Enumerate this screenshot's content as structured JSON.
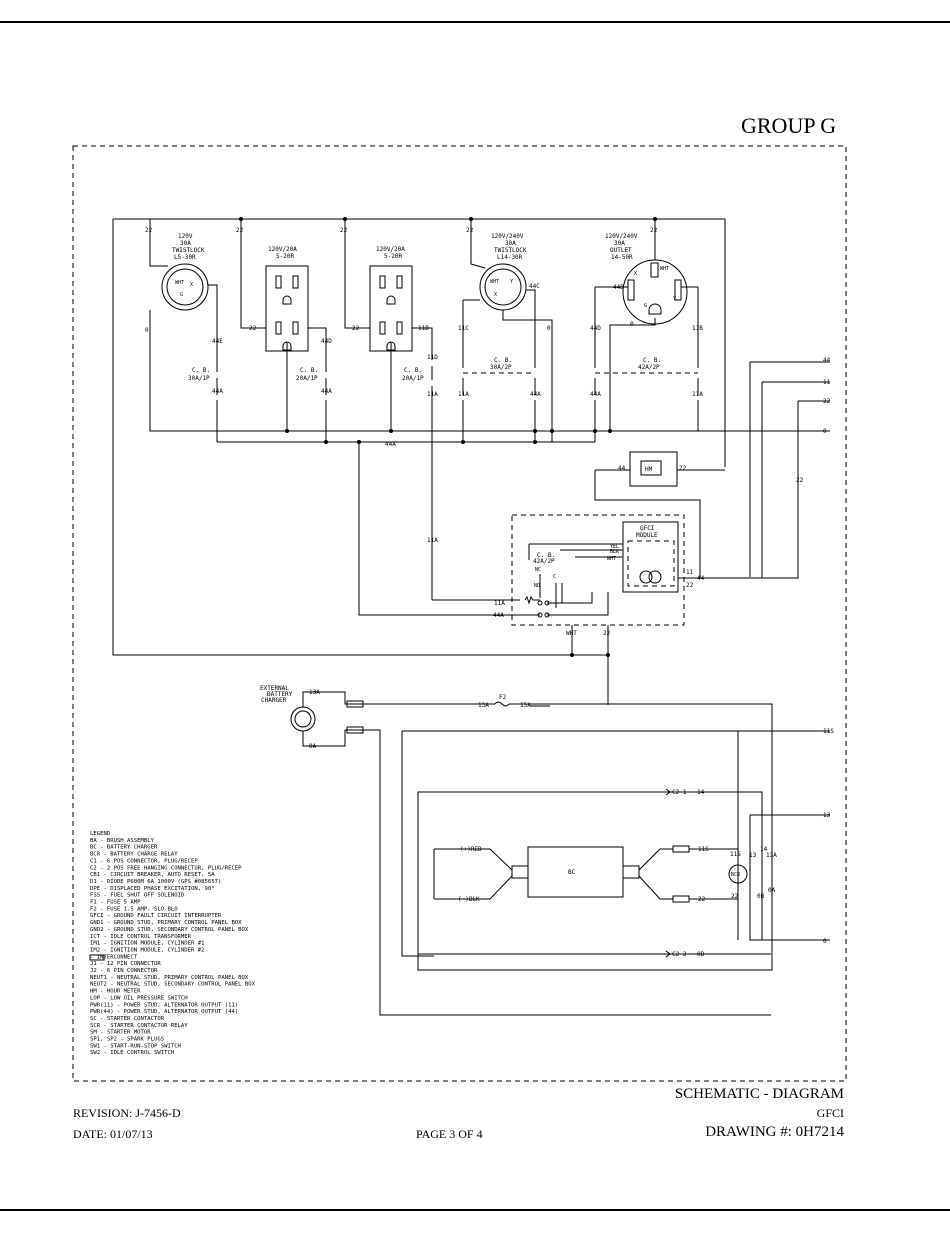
{
  "header": {
    "group": "GROUP G"
  },
  "diagram": {
    "receptacles": [
      {
        "id": "r1",
        "label": [
          "120V",
          "30A",
          "TWISTLOCK",
          "L5-30R"
        ]
      },
      {
        "id": "r2",
        "label": [
          "120V/20A",
          "5-20R"
        ]
      },
      {
        "id": "r3",
        "label": [
          "120V/20A",
          "5-20R"
        ]
      },
      {
        "id": "r4",
        "label": [
          "120V/240V",
          "30A",
          "TWISTLOCK",
          "L14-30R"
        ]
      },
      {
        "id": "r5",
        "label": [
          "120V/240V",
          "30A",
          "OUTLET",
          "14-50R"
        ]
      }
    ],
    "breakers": [
      {
        "id": "cb1",
        "label": [
          "C. B.",
          "30A/1P"
        ]
      },
      {
        "id": "cb2",
        "label": [
          "C. B.",
          "20A/1P"
        ]
      },
      {
        "id": "cb3",
        "label": [
          "C. B.",
          "20A/1P"
        ]
      },
      {
        "id": "cb4",
        "label": [
          "C. B.",
          "30A/2P"
        ]
      },
      {
        "id": "cb5",
        "label": [
          "C. B.",
          "42A/2P"
        ]
      },
      {
        "id": "cb6",
        "label": [
          "C. B.",
          "42A/2P"
        ]
      }
    ],
    "wires": {
      "w22": "22",
      "w44": "44",
      "w11": "11",
      "w0": "0",
      "w44A": "44A",
      "w44B": "44B",
      "w44C": "44C",
      "w44D": "44D",
      "w44E": "44E",
      "w11A": "11A",
      "w11B": "11B",
      "w11C": "11C",
      "w11D": "11D",
      "w11S": "11S",
      "w13": "13",
      "w13A": "13A",
      "w14": "14",
      "w15A": "15A",
      "w0A": "0A",
      "w0B": "0B",
      "wWHT": "WHT"
    },
    "gfci": {
      "title": [
        "GFCI",
        "MODULE"
      ],
      "yel": "YEL",
      "blk": "BLK",
      "wht": "WHT"
    },
    "relay_terms": {
      "nc": "NC",
      "no": "NO",
      "c": "C"
    },
    "hm": "HM",
    "ext_charger": [
      "EXTERNAL",
      "BATTERY",
      "CHARGER"
    ],
    "fuse": "F2",
    "bc": "BC",
    "bcr": "BCR",
    "c2_1": "C2-1",
    "c2_2": "C2-2",
    "red": "(+)RED",
    "blk": "(-)BLK",
    "outlet_pins": {
      "x": "X",
      "y": "Y",
      "g": "G",
      "w": "WHT"
    },
    "legend": [
      "LEGEND",
      "BA - BRUSH ASSEMBLY",
      "BC - BATTERY CHARGER",
      "BCR - BATTERY CHARGE RELAY",
      "C1 - 6 POS CONNECTOR, PLUG/RECEP",
      "C2 - 2 POS FREE HANGING CONNECTOR, PLUG/RECEP",
      "CB1 - CIRCUIT BREAKER, AUTO RESET, 5A",
      "D1 - DIODE P600M 6A 1000V (GPS #085657)",
      "DPE - DISPLACED PHASE EXCITATION, 90°",
      "FSS - FUEL SHUT OFF SOLENOID",
      "F1 - FUSE 5 AMP",
      "F2 - FUSE 1.5 AMP, SLO-BLO",
      "GFCI - GROUND FAULT CIRCUIT INTERRUPTER",
      "GND1 - GROUND STUD, PRIMARY CONTROL PANEL BOX",
      "GND2 - GROUND STUD, SECONDARY CONTROL PANEL BOX",
      "ICT - IDLE CONTROL TRANSFORMER",
      "IM1 - IGNITION MODULE, CYLINDER #1",
      "IM2 - IGNITION MODULE, CYLINDER #2",
      "     - INTERCONNECT",
      "J1 - 12 PIN CONNECTOR",
      "J2 - 6 PIN CONNECTOR",
      "NEUT1 - NEUTRAL STUD, PRIMARY CONTROL PANEL BOX",
      "NEUT2 - NEUTRAL STUD, SECONDARY CONTROL PANEL BOX",
      "HM - HOUR METER",
      "LOP - LOW OIL PRESSURE SWITCH",
      "PWR(11) - POWER STUD, ALTERNATOR OUTPUT (11)",
      "PWR(44) - POWER STUD, ALTERNATOR OUTPUT (44)",
      "SC - STARTER CONTACTOR",
      "SCR - STARTER CONTACTOR RELAY",
      "SM - STARTER MOTOR",
      "SP1, SP2 - SPARK PLUGS",
      "SW1 - START-RUN-STOP SWITCH",
      "SW2 - IDLE CONTROL SWITCH"
    ]
  },
  "footer": {
    "title": "SCHEMATIC - DIAGRAM",
    "subtitle": "GFCI",
    "revision": "REVISION: J-7456-D",
    "date": "DATE: 01/07/13",
    "page": "PAGE 3 OF 4",
    "drawing": "DRAWING #: 0H7214"
  }
}
